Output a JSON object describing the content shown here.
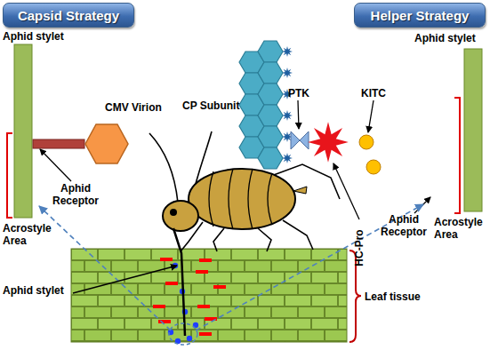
{
  "diagram": {
    "nodes": [
      {
        "text": [
          "Capsid Strategy"
        ]
      },
      {
        "text": [
          "Helper Strategy"
        ]
      }
    ],
    "labels": [
      "Aphid stylet",
      "CMV Virion",
      "Aphid Receptor",
      "Acrostyle Area",
      "PTK",
      "KITC",
      "CP Subunit",
      "HC-Pro",
      "Aphid stylet",
      "Aphid Receptor",
      "Acrostyle Area",
      "Aphid stylet",
      "Leaf tissue"
    ]
  }
}
